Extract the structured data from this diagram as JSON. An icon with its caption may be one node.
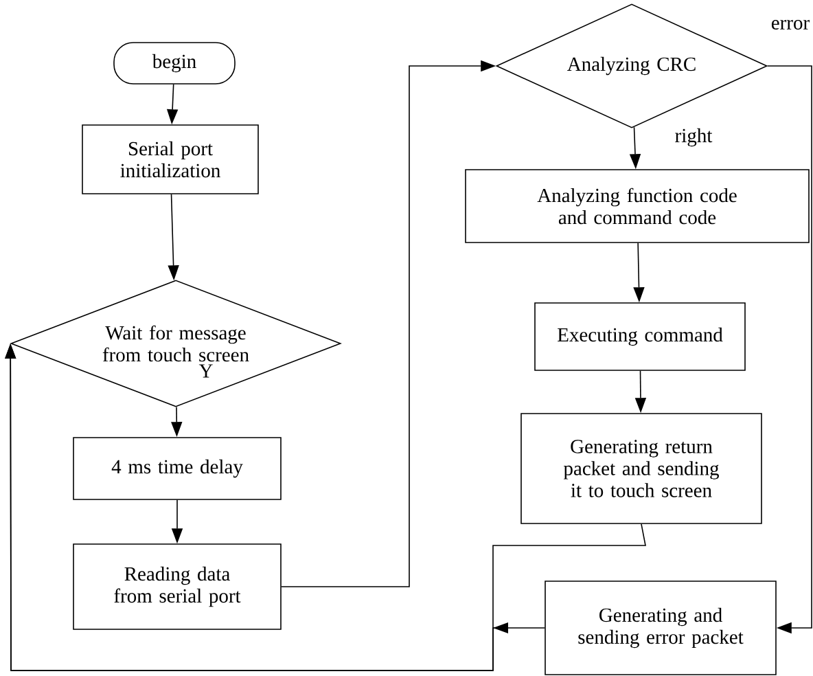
{
  "diagram": {
    "nodes": [
      {
        "text": [
          "begin"
        ]
      },
      {
        "text": [
          "Serial port initialization"
        ]
      },
      {
        "text": [
          "Wait for message from touch screen"
        ]
      },
      {
        "text": [
          "4 ms time delay"
        ]
      },
      {
        "text": [
          "Reading data from serial port"
        ]
      },
      {
        "text": [
          "Analyzing CRC"
        ]
      },
      {
        "text": [
          "Analyzing function code and command code"
        ]
      },
      {
        "text": [
          "Executing command"
        ]
      },
      {
        "text": [
          "Generating return packet and sending it to touch screen"
        ]
      },
      {
        "text": [
          "Generating and sending error packet"
        ]
      }
    ],
    "edges": [
      {
        "from": 0,
        "to": 1,
        "arrow": "to"
      },
      {
        "from": 1,
        "to": 2,
        "arrow": "to"
      },
      {
        "from": 2,
        "to": 3,
        "arrow": "to",
        "label": "Y"
      },
      {
        "from": 3,
        "to": 4,
        "arrow": "to"
      },
      {
        "from": 4,
        "to": 5,
        "arrow": "to"
      },
      {
        "from": 5,
        "to": 6,
        "arrow": "to",
        "label": "right"
      },
      {
        "from": 6,
        "to": 7,
        "arrow": "to"
      },
      {
        "from": 7,
        "to": 8,
        "arrow": "to"
      },
      {
        "from": 8,
        "to": 2,
        "arrow": "to"
      },
      {
        "from": 5,
        "to": 9,
        "arrow": "to",
        "label": "error"
      },
      {
        "from": 9,
        "to": 2,
        "arrow": "to"
      }
    ]
  }
}
